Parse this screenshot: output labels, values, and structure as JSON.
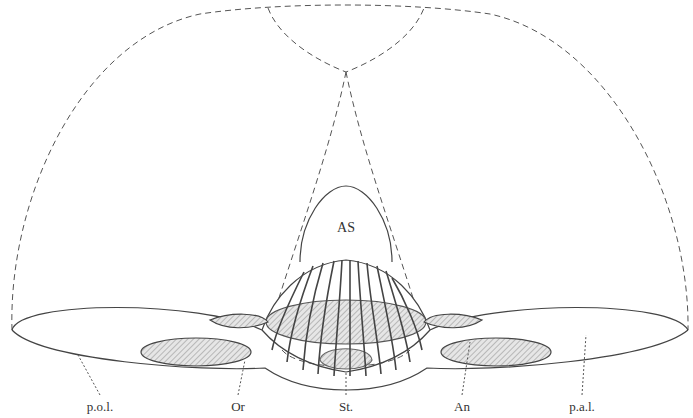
{
  "diagram": {
    "labels": [
      "AS",
      "p.o.l.",
      "Or",
      "St.",
      "An",
      "p.a.l."
    ]
  }
}
